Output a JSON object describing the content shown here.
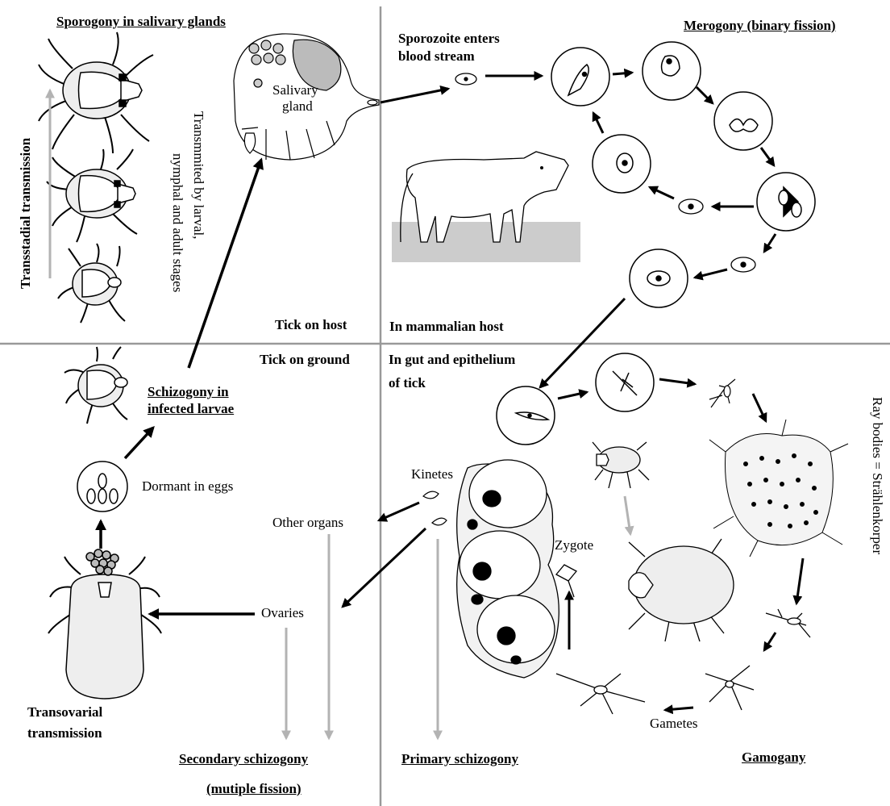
{
  "quadrants": {
    "tick_on_host": "Tick on host",
    "in_mammalian_host": "In mammalian host",
    "tick_on_ground": "Tick on ground",
    "in_gut_line1": "In gut and epithelium",
    "in_gut_line2": "of tick"
  },
  "headings": {
    "sporogony": "Sporogony in salivary glands",
    "merogony": "Merogony (binary fission)",
    "schizogony_line1": "Schizogony in",
    "schizogony_line2": "infected larvae",
    "secondary_line1": "Secondary schizogony",
    "secondary_line2": "(mutiple fission)",
    "primary": "Primary schizogony",
    "gamogany": "Gamogany"
  },
  "labels": {
    "sporozoite_line1": "Sporozoite enters",
    "sporozoite_line2": "blood stream",
    "salivary_line1": "Salivary",
    "salivary_line2": "gland",
    "transstadial": "Transstadial transmission",
    "transmitted_line1": "Transmmited by larval,",
    "transmitted_line2": "nymphal and adult stages",
    "dormant": "Dormant in eggs",
    "kinetes": "Kinetes",
    "other_organs": "Other organs",
    "ovaries": "Ovaries",
    "zygote": "Zygote",
    "gametes": "Gametes",
    "ray_bodies": "Ray bodies = Strählenkorper",
    "transovarial_line1": "Transovarial",
    "transovarial_line2": "transmission"
  },
  "colors": {
    "divider": "#999999",
    "grey_arrow": "#b3b3b3",
    "black_arrow": "#000000",
    "ground": "#cccccc"
  }
}
